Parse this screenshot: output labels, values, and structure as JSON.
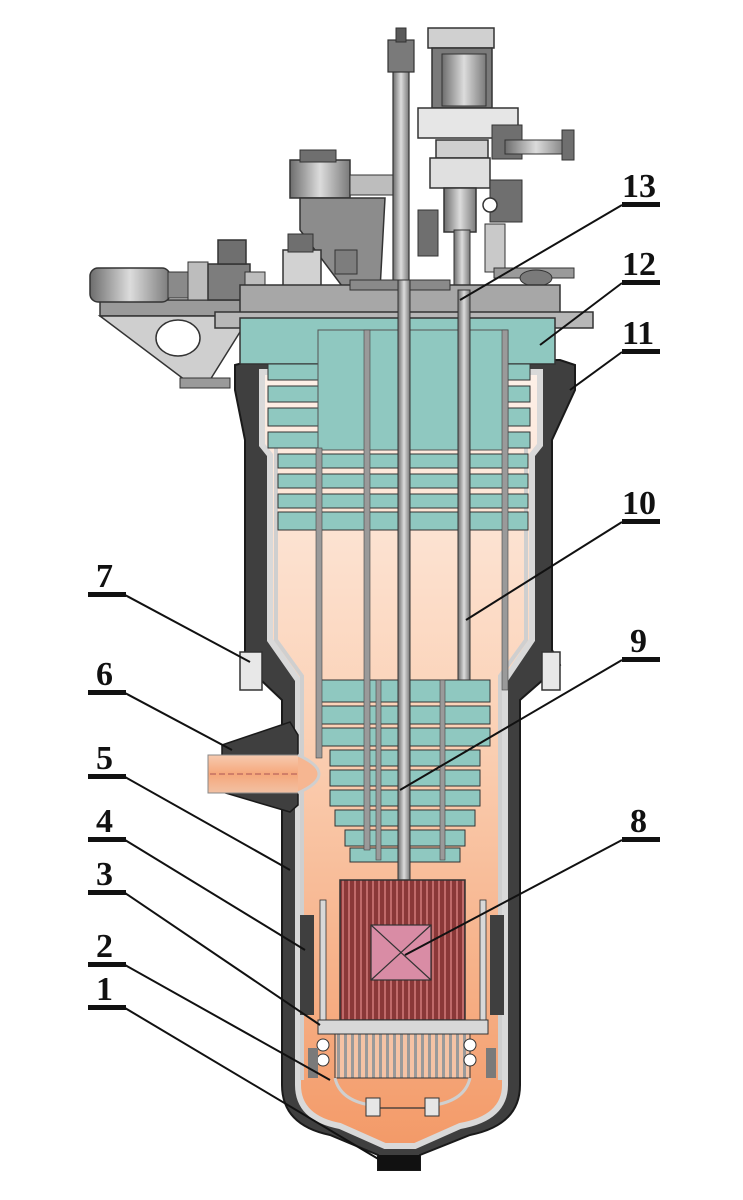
{
  "diagram": {
    "callouts": [
      {
        "id": "1",
        "label": "1"
      },
      {
        "id": "2",
        "label": "2"
      },
      {
        "id": "3",
        "label": "3"
      },
      {
        "id": "4",
        "label": "4"
      },
      {
        "id": "5",
        "label": "5"
      },
      {
        "id": "6",
        "label": "6"
      },
      {
        "id": "7",
        "label": "7"
      },
      {
        "id": "8",
        "label": "8"
      },
      {
        "id": "9",
        "label": "9"
      },
      {
        "id": "10",
        "label": "10"
      },
      {
        "id": "11",
        "label": "11"
      },
      {
        "id": "12",
        "label": "12"
      },
      {
        "id": "13",
        "label": "13"
      }
    ],
    "colors": {
      "vessel_wall": "#3a3a3a",
      "coolant_light": "#fbe3d4",
      "coolant_dark": "#f4a373",
      "internals": "#8fc8c0",
      "core_rods": "#a04a4a",
      "core_center": "#d98ca5",
      "machinery": "#8c8c8c",
      "steel_light": "#d8d8d8"
    }
  }
}
